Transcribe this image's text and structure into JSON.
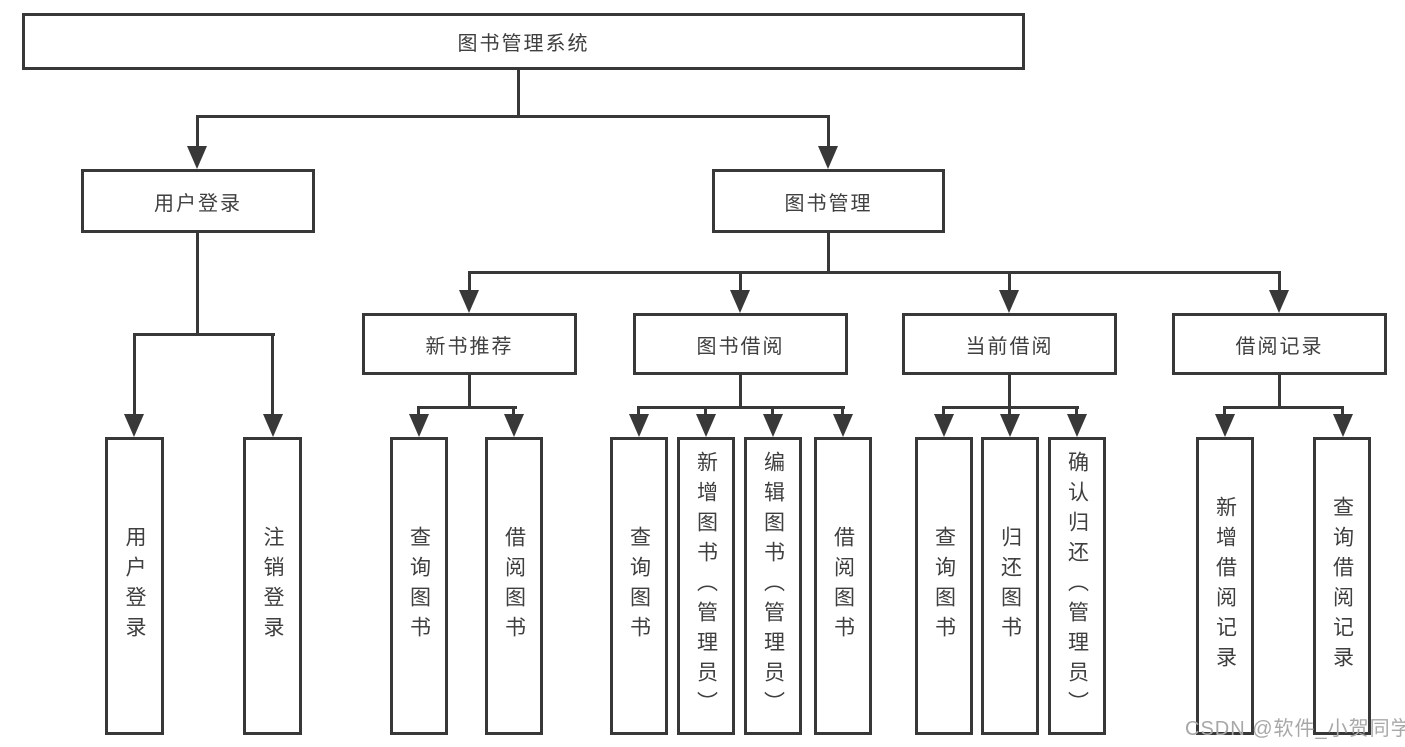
{
  "colors": {
    "line": "#383838",
    "text": "#3f3f3f",
    "watermark": "#a8a8a8"
  },
  "tree": {
    "root": {
      "label": "图书管理系统"
    },
    "branches": [
      {
        "label": "用户登录",
        "children": [
          {
            "label": "用户登录"
          },
          {
            "label": "注销登录"
          }
        ]
      },
      {
        "label": "图书管理",
        "children": [
          {
            "label": "新书推荐",
            "children": [
              {
                "label": "查询图书"
              },
              {
                "label": "借阅图书"
              }
            ]
          },
          {
            "label": "图书借阅",
            "children": [
              {
                "label": "查询图书"
              },
              {
                "label": "新增图书（管理员）"
              },
              {
                "label": "编辑图书（管理员）"
              },
              {
                "label": "借阅图书"
              }
            ]
          },
          {
            "label": "当前借阅",
            "children": [
              {
                "label": "查询图书"
              },
              {
                "label": "归还图书"
              },
              {
                "label": "确认归还（管理员）"
              }
            ]
          },
          {
            "label": "借阅记录",
            "children": [
              {
                "label": "新增借阅记录"
              },
              {
                "label": "查询借阅记录"
              }
            ]
          }
        ]
      }
    ]
  },
  "watermark": {
    "text": "CSDN @软件_小贺同学"
  }
}
